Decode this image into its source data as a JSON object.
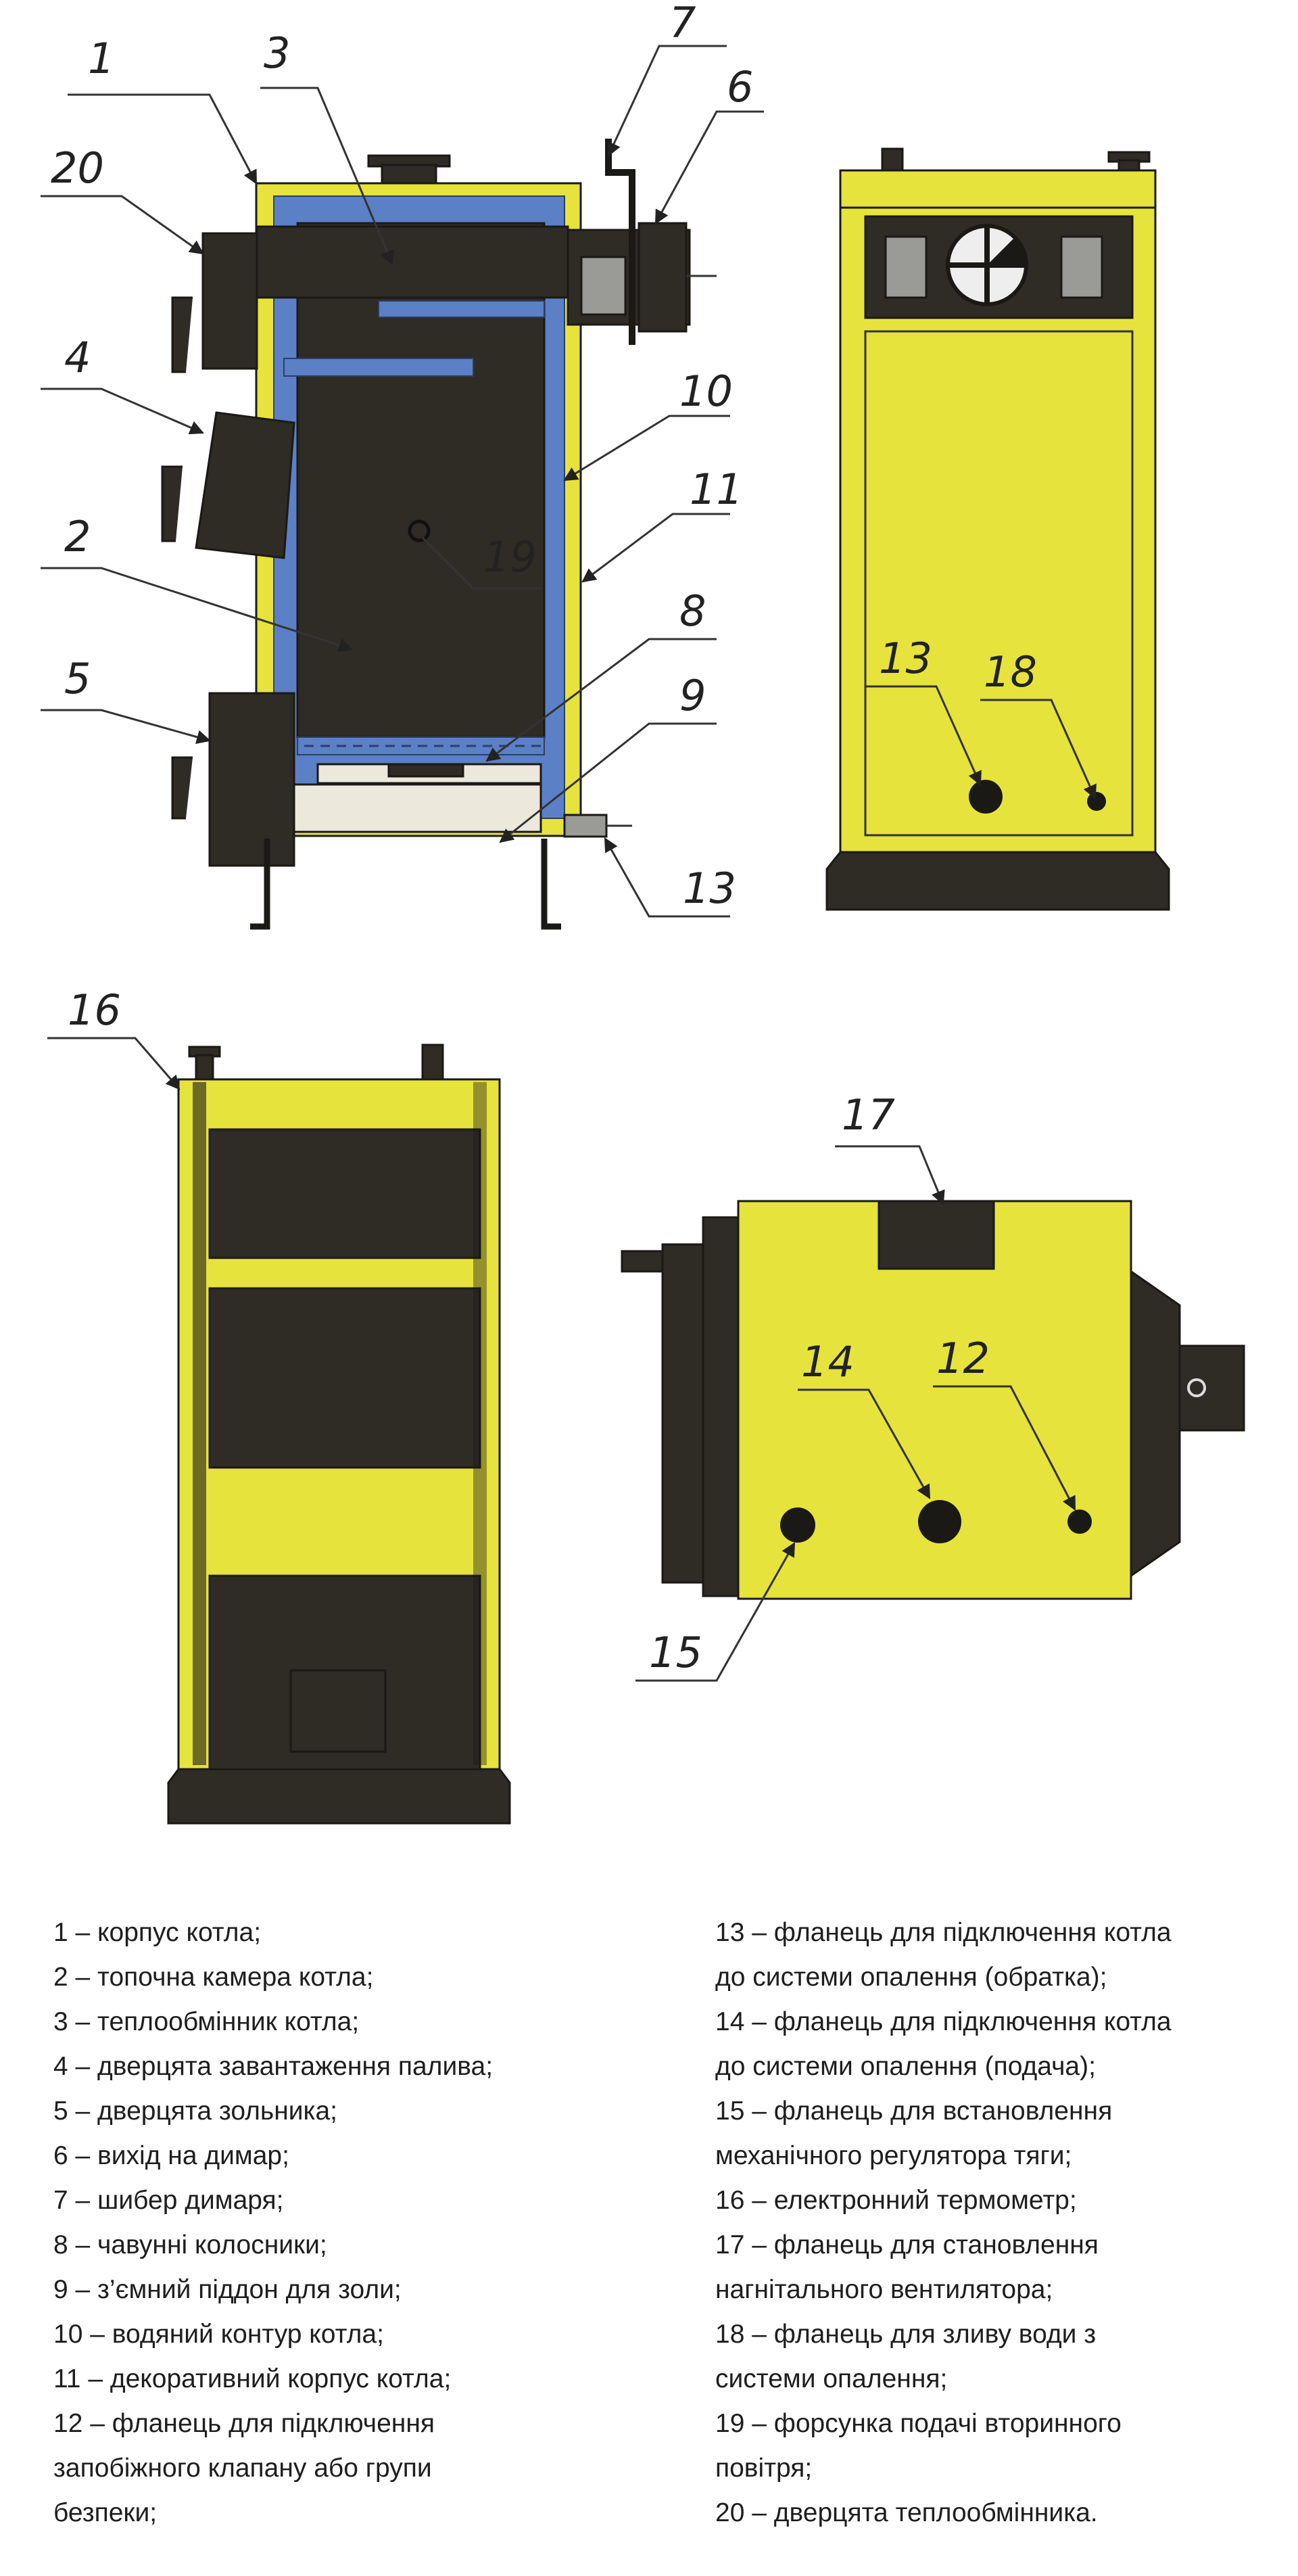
{
  "callouts": {
    "c1": "1",
    "c2": "2",
    "c3": "3",
    "c4": "4",
    "c5": "5",
    "c6": "6",
    "c7": "7",
    "c8": "8",
    "c9": "9",
    "c10": "10",
    "c11": "11",
    "c12": "12",
    "c13a": "13",
    "c13b": "13",
    "c14": "14",
    "c15": "15",
    "c16": "16",
    "c17": "17",
    "c18": "18",
    "c19": "19",
    "c20": "20"
  },
  "colors": {
    "body": "#e6e33c",
    "dark": "#2f2b25",
    "water": "#5b80c6"
  },
  "legend": {
    "left": [
      {
        "lines": [
          "1 – корпус котла;"
        ]
      },
      {
        "lines": [
          "2 – топочна камера котла;"
        ]
      },
      {
        "lines": [
          "3 – теплообмінник котла;"
        ]
      },
      {
        "lines": [
          "4 – дверцята завантаження палива;"
        ]
      },
      {
        "lines": [
          "5 – дверцята зольника;"
        ]
      },
      {
        "lines": [
          "6 – вихід на димар;"
        ]
      },
      {
        "lines": [
          "7 – шибер димаря;"
        ]
      },
      {
        "lines": [
          "8 – чавунні колосники;"
        ]
      },
      {
        "lines": [
          "9 – з’ємний піддон для золи;"
        ]
      },
      {
        "lines": [
          "10 – водяний контур котла;"
        ]
      },
      {
        "lines": [
          "11 – декоративний корпус котла;"
        ]
      },
      {
        "lines": [
          "12 – фланець для підключення",
          "запобіжного клапану або групи",
          "безпеки;"
        ]
      }
    ],
    "right": [
      {
        "lines": [
          "13 – фланець для підключення котла",
          "до системи опалення (обратка);"
        ]
      },
      {
        "lines": [
          "14 – фланець для підключення котла",
          "до системи опалення (подача);"
        ]
      },
      {
        "lines": [
          "15 – фланець для встановлення",
          "механічного регулятора тяги;"
        ]
      },
      {
        "lines": [
          "16 – електронний термометр;"
        ]
      },
      {
        "lines": [
          "17 – фланець для становлення",
          "нагнітального вентилятора;"
        ]
      },
      {
        "lines": [
          "18 – фланець для зливу води з",
          "системи опалення;"
        ]
      },
      {
        "lines": [
          "19 – форсунка подачі вторинного",
          "повітря;"
        ]
      },
      {
        "lines": [
          "20 – дверцята теплообмінника."
        ]
      }
    ]
  }
}
